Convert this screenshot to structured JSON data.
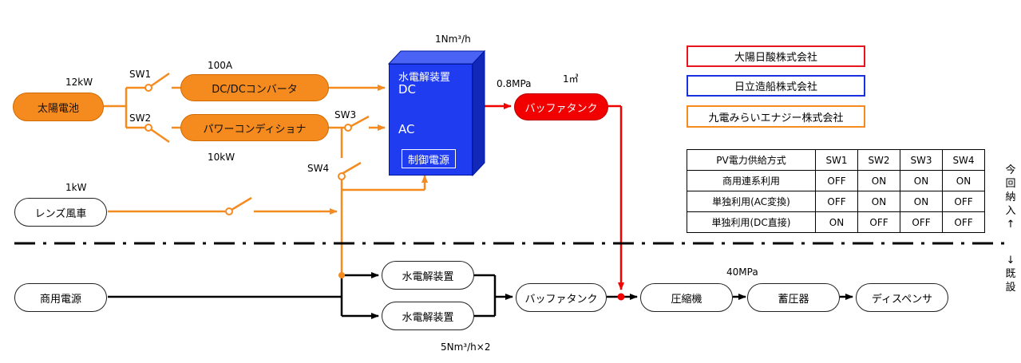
{
  "sources": {
    "solar": "太陽電池",
    "lens_wind": "レンズ風車",
    "grid": "商用電源"
  },
  "labels": {
    "solar_power": "12kW",
    "dcdc_current": "100A",
    "pcs_power": "10kW",
    "wind_power": "1kW",
    "electrolyzer_flow": "1Nm³/h",
    "pressure": "0.8MPa",
    "tank_volume": "1㎥",
    "compressor_pressure": "40MPa",
    "existing_flow": "5Nm³/h×2"
  },
  "switches": {
    "sw1": "SW1",
    "sw2": "SW2",
    "sw3": "SW3",
    "sw4": "SW4"
  },
  "converters": {
    "dcdc": "DC/DCコンバータ",
    "pcs": "パワーコンディショナ"
  },
  "electrolyzer": {
    "title": "水電解装置",
    "dc": "DC",
    "ac": "AC",
    "control_power": "制御電源"
  },
  "new_tank": "バッファタンク",
  "existing": {
    "electrolyzer_1": "水電解装置",
    "electrolyzer_2": "水電解装置",
    "buffer_tank": "バッファタンク",
    "compressor": "圧縮機",
    "accumulator": "蓄圧器",
    "dispenser": "ディスペンサ"
  },
  "legend": [
    {
      "label": "大陽日酸株式会社",
      "color": "#e8141e"
    },
    {
      "label": "日立造船株式会社",
      "color": "#1a2fe0"
    },
    {
      "label": "九電みらいエナジー株式会社",
      "color": "#f58a1f"
    }
  ],
  "pv_table": {
    "header": [
      "PV電力供給方式",
      "SW1",
      "SW2",
      "SW3",
      "SW4"
    ],
    "rows": [
      [
        "商用連系利用",
        "OFF",
        "ON",
        "ON",
        "ON"
      ],
      [
        "単独利用(AC変換)",
        "OFF",
        "ON",
        "ON",
        "OFF"
      ],
      [
        "単独利用(DC直接)",
        "ON",
        "OFF",
        "OFF",
        "OFF"
      ]
    ]
  },
  "side_labels": {
    "this_time": "今回納入↑",
    "existing": "↓既設"
  },
  "colors": {
    "orange": "#f58a1f",
    "red": "#f20000",
    "blue": "#1f3cf0",
    "black": "#000000"
  }
}
